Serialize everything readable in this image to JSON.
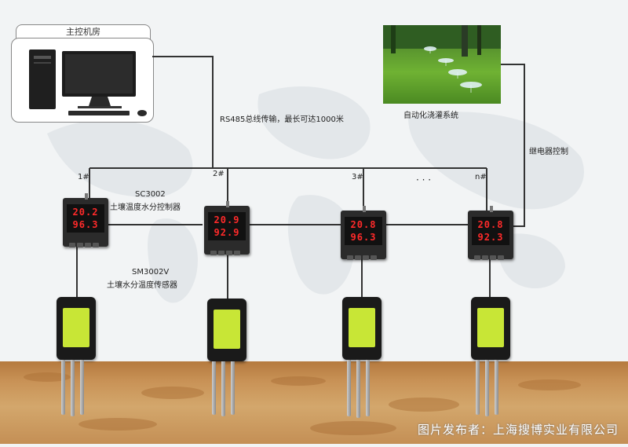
{
  "control_room": {
    "title": "主控机房"
  },
  "bus": {
    "label": "RS485总线传输，最长可达1000米"
  },
  "irrigation": {
    "caption": "自动化浇灌系统"
  },
  "relay": {
    "label": "继电器控制"
  },
  "controller_model": {
    "model": "SC3002",
    "name": "土壤温度水分控制器"
  },
  "sensor_model": {
    "model": "SM3002V",
    "name": "土壤水分温度传感器"
  },
  "nodes": [
    {
      "id": "1#",
      "display_top": "20.2",
      "display_bottom": "96.3"
    },
    {
      "id": "2#",
      "display_top": "20.9",
      "display_bottom": "92.9"
    },
    {
      "id": "3#",
      "display_top": "20.8",
      "display_bottom": "96.3"
    },
    {
      "id": "n#",
      "display_top": "20.8",
      "display_bottom": "92.3"
    }
  ],
  "ellipsis": "· · ·",
  "watermark": "图片发布者：上海搜博实业有限公司",
  "colors": {
    "line": "#333333",
    "soil": "#c99357",
    "sensor_tag": "#c8e636",
    "led": "#ff2a2a"
  }
}
